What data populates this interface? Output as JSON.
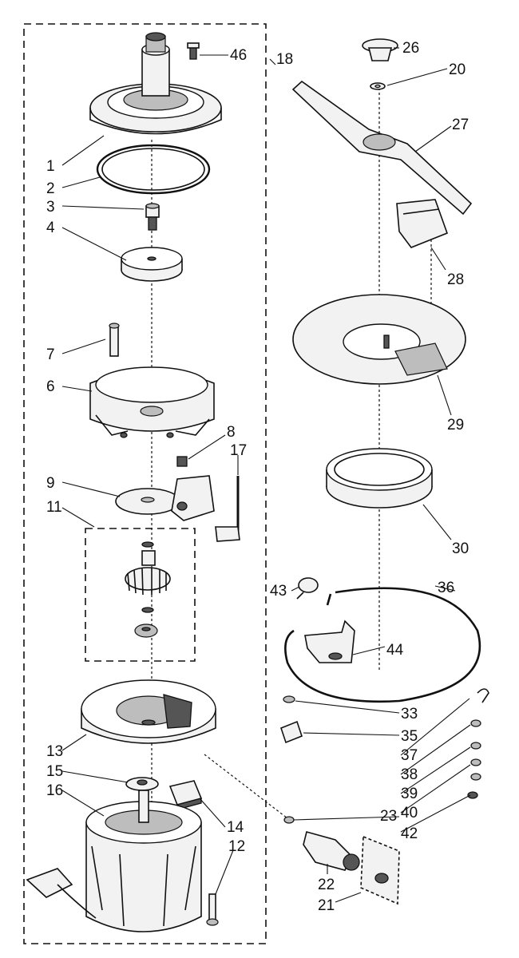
{
  "diagram": {
    "callouts": [
      "46",
      "18",
      "1",
      "2",
      "3",
      "4",
      "7",
      "6",
      "8",
      "17",
      "9",
      "11",
      "13",
      "15",
      "16",
      "14",
      "12",
      "26",
      "20",
      "27",
      "28",
      "29",
      "30",
      "36",
      "43",
      "44",
      "33",
      "35",
      "37",
      "38",
      "39",
      "40",
      "42",
      "23",
      "22",
      "21"
    ]
  }
}
